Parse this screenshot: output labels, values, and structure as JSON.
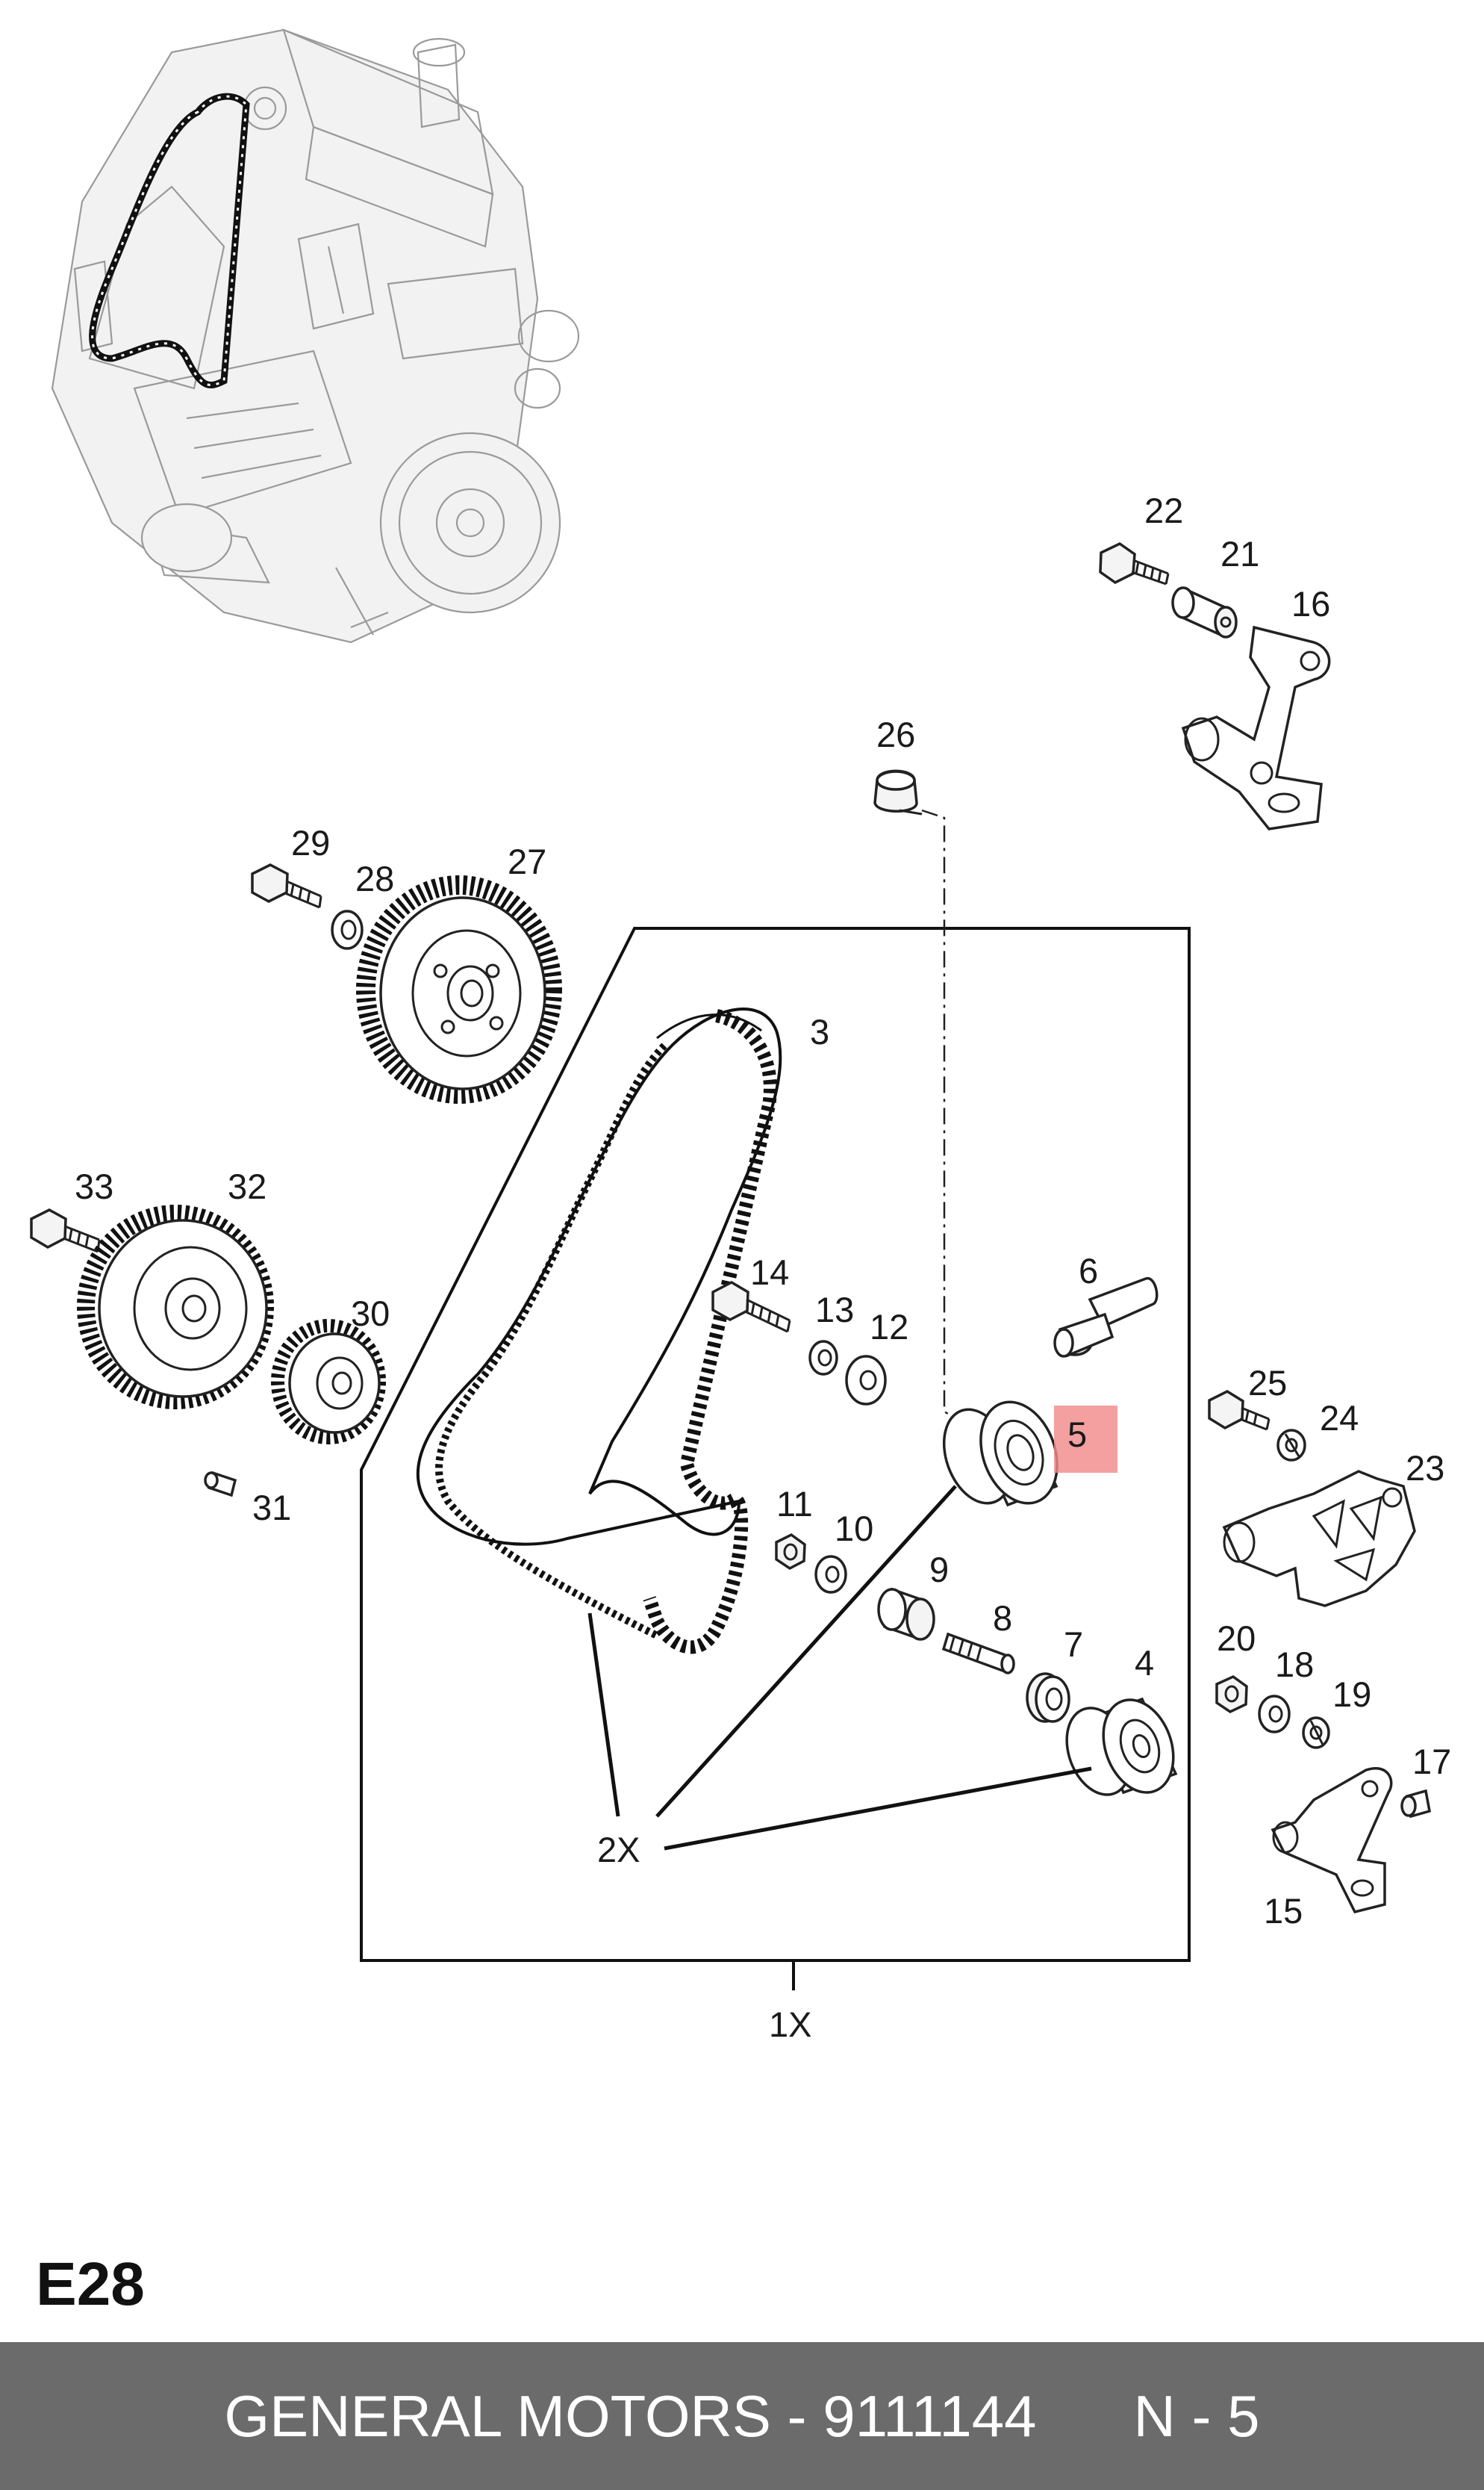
{
  "diagram": {
    "labels": {
      "p1x": "1X",
      "p2x": "2X",
      "p3": "3",
      "p4": "4",
      "p5": "5",
      "p6": "6",
      "p7": "7",
      "p8": "8",
      "p9": "9",
      "p10": "10",
      "p11": "11",
      "p12": "12",
      "p13": "13",
      "p14": "14",
      "p15": "15",
      "p16": "16",
      "p17": "17",
      "p18": "18",
      "p19": "19",
      "p20": "20",
      "p21": "21",
      "p22": "22",
      "p23": "23",
      "p24": "24",
      "p25": "25",
      "p26": "26",
      "p27": "27",
      "p28": "28",
      "p29": "29",
      "p30": "30",
      "p31": "31",
      "p32": "32",
      "p33": "33"
    },
    "highlighted_part": "5",
    "highlight_color": "#f28b8b",
    "section_code": "E28"
  },
  "footer": {
    "manufacturer_part": "GENERAL MOTORS - 9111144",
    "position": "N - 5",
    "background": "#6b6b6b"
  }
}
